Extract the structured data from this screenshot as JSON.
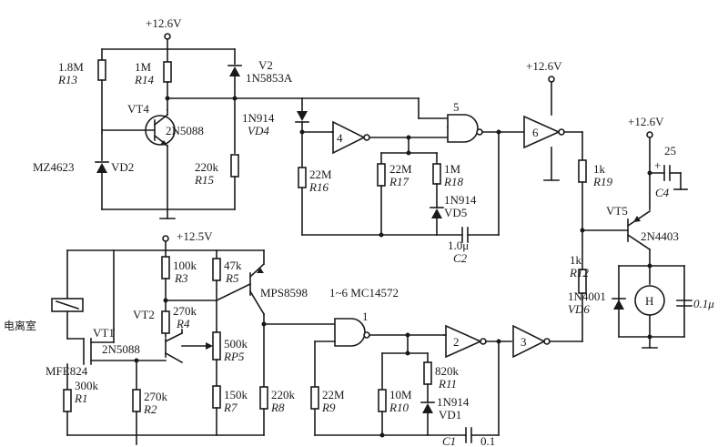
{
  "supply": {
    "top": "+12.6V",
    "gate5": "+12.6V",
    "vt5": "+12.6V",
    "lower": "+12.5V"
  },
  "ic_note": "1~6 MC14572",
  "sensor_label": "电离室",
  "resistors": [
    {
      "id": "r13",
      "value": "1.8M",
      "ref": "R13"
    },
    {
      "id": "r14",
      "value": "1M",
      "ref": "R14"
    },
    {
      "id": "r15",
      "value": "220k",
      "ref": "R15"
    },
    {
      "id": "r16",
      "value": "22M",
      "ref": "R16"
    },
    {
      "id": "r17",
      "value": "22M",
      "ref": "R17"
    },
    {
      "id": "r18",
      "value": "1M",
      "ref": "R18"
    },
    {
      "id": "r19",
      "value": "1k",
      "ref": "R19"
    },
    {
      "id": "r12",
      "value": "1k",
      "ref": "R12"
    },
    {
      "id": "r3",
      "value": "100k",
      "ref": "R3"
    },
    {
      "id": "r5",
      "value": "47k",
      "ref": "R5"
    },
    {
      "id": "r4",
      "value": "270k",
      "ref": "R4"
    },
    {
      "id": "rp5",
      "value": "500k",
      "ref": "RP5"
    },
    {
      "id": "r7",
      "value": "150k",
      "ref": "R7"
    },
    {
      "id": "r8",
      "value": "220k",
      "ref": "R8"
    },
    {
      "id": "r1",
      "value": "300k",
      "ref": "R1"
    },
    {
      "id": "r2",
      "value": "270k",
      "ref": "R2"
    },
    {
      "id": "r9",
      "value": "22M",
      "ref": "R9"
    },
    {
      "id": "r10",
      "value": "10M",
      "ref": "R10"
    },
    {
      "id": "r11",
      "value": "820k",
      "ref": "R11"
    }
  ],
  "transistors": {
    "vt4": {
      "ref": "VT4",
      "part": "2N5088"
    },
    "vt2": {
      "ref": "VT2",
      "part": "2N5088"
    },
    "vt1": {
      "ref": "VT1",
      "part": "MFE824"
    },
    "vt3": {
      "part": "MPS8598"
    },
    "vt5": {
      "ref": "VT5",
      "part": "2N4403"
    }
  },
  "diodes": {
    "v2": {
      "ref": "V2",
      "part": "1N5853A"
    },
    "vd4": {
      "part": "1N914",
      "ref": "VD4"
    },
    "vd2": {
      "part": "MZ4623",
      "ref": "VD2"
    },
    "vd5": {
      "part": "1N914",
      "ref": "VD5"
    },
    "vd6": {
      "part": "1N4001",
      "ref": "VD6"
    },
    "vd1": {
      "part": "1N914",
      "ref": "VD1"
    }
  },
  "capacitors": {
    "c2": {
      "value": "1.0μ",
      "ref": "C2"
    },
    "c4": {
      "value": "25",
      "ref": "C4",
      "polarity": "+"
    },
    "c1": {
      "value": "0.1",
      "ref": "C1"
    },
    "horn_cap": {
      "value": "0.1μ"
    }
  },
  "gates": [
    "1",
    "2",
    "3",
    "4",
    "5",
    "6"
  ],
  "horn": "H"
}
